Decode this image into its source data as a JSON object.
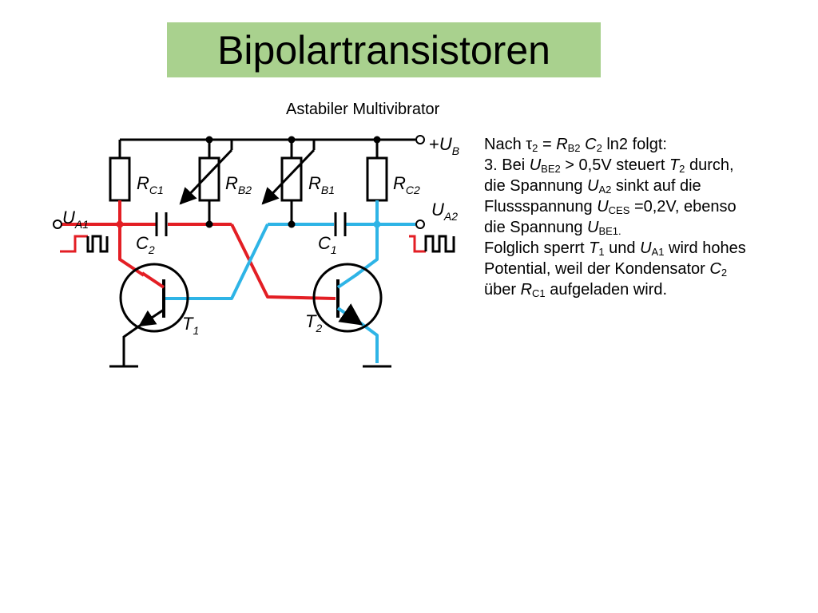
{
  "title": "Bipolartransistoren",
  "subtitle": "Astabiler Multivibrator",
  "circuit": {
    "supply": {
      "prefix": "+",
      "main": "U",
      "sub": "B"
    },
    "resistors": [
      {
        "main": "R",
        "sub": "C1"
      },
      {
        "main": "R",
        "sub": "B2"
      },
      {
        "main": "R",
        "sub": "B1"
      },
      {
        "main": "R",
        "sub": "C2"
      }
    ],
    "capacitors": [
      {
        "main": "C",
        "sub": "2"
      },
      {
        "main": "C",
        "sub": "1"
      }
    ],
    "transistors": [
      {
        "main": "T",
        "sub": "1"
      },
      {
        "main": "T",
        "sub": "2"
      }
    ],
    "outputs": [
      {
        "main": "U",
        "sub": "A1"
      },
      {
        "main": "U",
        "sub": "A2"
      }
    ],
    "colors": {
      "high": "#e31e24",
      "low": "#2eb4e6",
      "wire": "#000000"
    }
  },
  "explanation": [
    [
      {
        "t": "Nach "
      },
      {
        "t": "τ"
      },
      {
        "t": "2",
        "sub": true
      },
      {
        "t": " = "
      },
      {
        "t": "R",
        "i": true
      },
      {
        "t": "B2",
        "sub": true
      },
      {
        "t": " "
      },
      {
        "t": "C",
        "i": true
      },
      {
        "t": "2",
        "sub": true
      },
      {
        "t": " ln2 folgt:"
      }
    ],
    [
      {
        "t": "3. Bei "
      },
      {
        "t": "U",
        "i": true
      },
      {
        "t": "BE2",
        "sub": true
      },
      {
        "t": " > 0,5V steuert "
      },
      {
        "t": "T",
        "i": true
      },
      {
        "t": "2",
        "sub": true
      },
      {
        "t": " durch,"
      }
    ],
    [
      {
        "t": "die Spannung "
      },
      {
        "t": "U",
        "i": true
      },
      {
        "t": "A2",
        "sub": true
      },
      {
        "t": " sinkt auf die"
      }
    ],
    [
      {
        "t": "Flussspannung "
      },
      {
        "t": "U",
        "i": true
      },
      {
        "t": "CES",
        "sub": true
      },
      {
        "t": " =0,2V, ebenso"
      }
    ],
    [
      {
        "t": "die Spannung "
      },
      {
        "t": "U",
        "i": true
      },
      {
        "t": "BE1.",
        "sub": true
      }
    ],
    [
      {
        "t": "Folglich sperrt "
      },
      {
        "t": "T",
        "i": true
      },
      {
        "t": "1",
        "sub": true
      },
      {
        "t": " und "
      },
      {
        "t": "U",
        "i": true
      },
      {
        "t": "A1",
        "sub": true
      },
      {
        "t": " wird hohes"
      }
    ],
    [
      {
        "t": "Potential, weil der Kondensator "
      },
      {
        "t": "C",
        "i": true
      },
      {
        "t": "2",
        "sub": true
      }
    ],
    [
      {
        "t": "über "
      },
      {
        "t": "R",
        "i": true
      },
      {
        "t": "C1",
        "sub": true
      },
      {
        "t": " aufgeladen wird."
      }
    ]
  ]
}
